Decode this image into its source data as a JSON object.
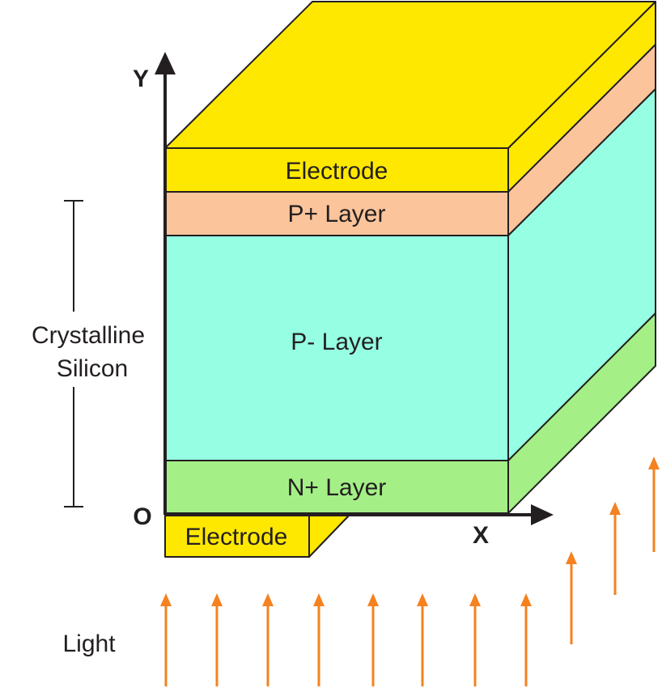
{
  "layers": {
    "electrode_top": "Electrode",
    "p_plus": "P+ Layer",
    "p_minus": "P- Layer",
    "n_plus": "N+ Layer",
    "electrode_bottom": "Electrode"
  },
  "axes": {
    "y": "Y",
    "x": "X",
    "origin": "O"
  },
  "crystalline_silicon": {
    "line1": "Crystalline",
    "line2": "Silicon"
  },
  "light": "Light",
  "colors": {
    "electrode": "#ffe800",
    "p_plus": "#fbc49b",
    "p_minus": "#96ffe3",
    "n_plus": "#a4f086",
    "arrow": "#f58220",
    "stroke": "#231f20"
  }
}
